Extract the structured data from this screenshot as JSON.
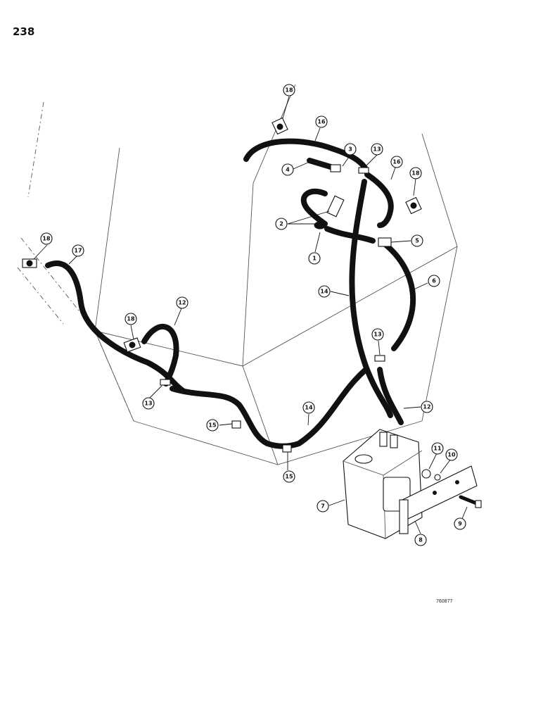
{
  "page_number": "238",
  "figure_id": "760877",
  "callouts": [
    {
      "id": "c18a",
      "label": "18"
    },
    {
      "id": "c16a",
      "label": "16"
    },
    {
      "id": "c3",
      "label": "3"
    },
    {
      "id": "c13a",
      "label": "13"
    },
    {
      "id": "c16b",
      "label": "16"
    },
    {
      "id": "c4",
      "label": "4"
    },
    {
      "id": "c18b",
      "label": "18"
    },
    {
      "id": "c2",
      "label": "2"
    },
    {
      "id": "c5",
      "label": "5"
    },
    {
      "id": "c1",
      "label": "1"
    },
    {
      "id": "c18c",
      "label": "18"
    },
    {
      "id": "c17",
      "label": "17"
    },
    {
      "id": "c14a",
      "label": "14"
    },
    {
      "id": "c6",
      "label": "6"
    },
    {
      "id": "c12a",
      "label": "12"
    },
    {
      "id": "c18d",
      "label": "18"
    },
    {
      "id": "c13b",
      "label": "13"
    },
    {
      "id": "c13c",
      "label": "13"
    },
    {
      "id": "c12b",
      "label": "12"
    },
    {
      "id": "c14b",
      "label": "14"
    },
    {
      "id": "c15a",
      "label": "15"
    },
    {
      "id": "c11",
      "label": "11"
    },
    {
      "id": "c10",
      "label": "10"
    },
    {
      "id": "c15b",
      "label": "15"
    },
    {
      "id": "c7",
      "label": "7"
    },
    {
      "id": "c9",
      "label": "9"
    },
    {
      "id": "c8",
      "label": "8"
    }
  ]
}
